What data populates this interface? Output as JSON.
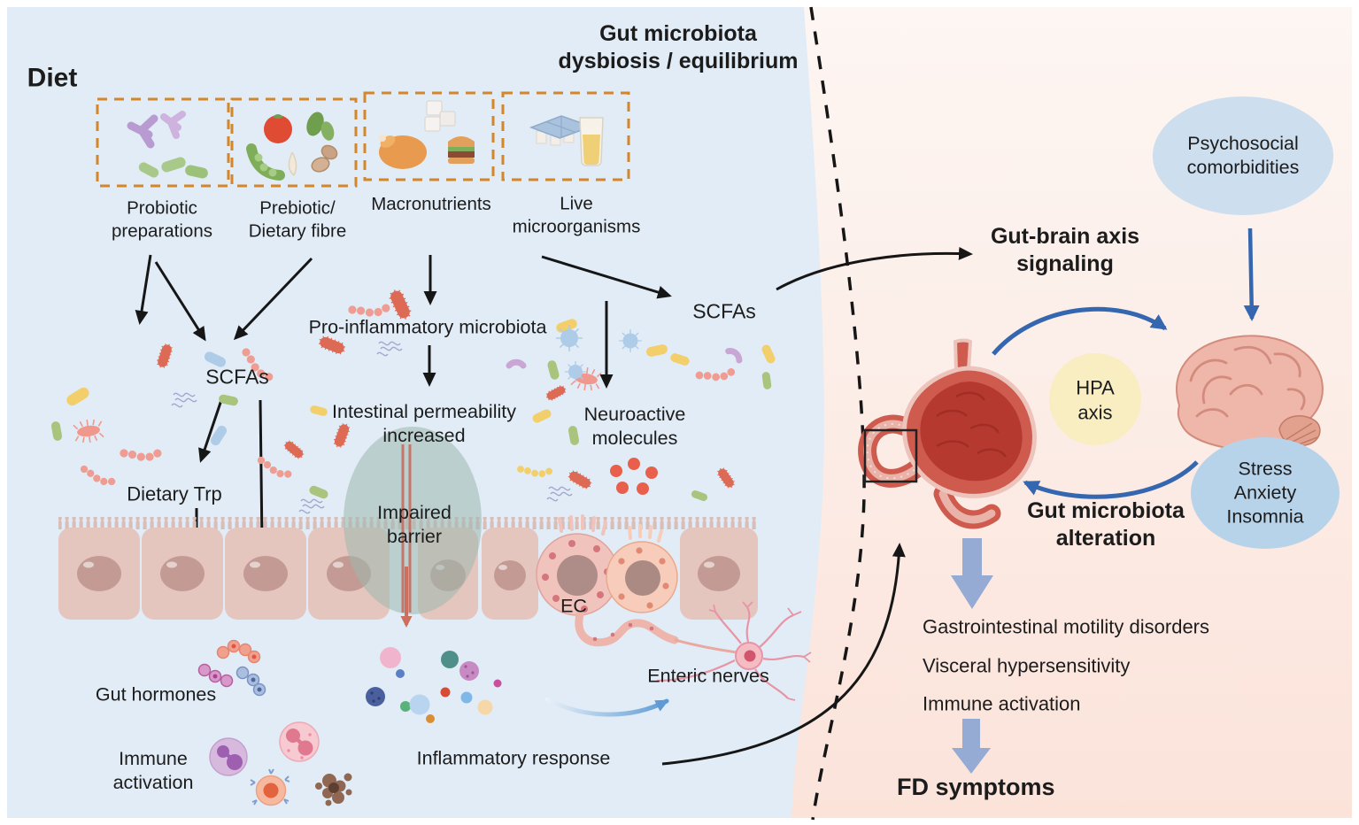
{
  "figure": {
    "left_panel_title": "Diet",
    "left_panel_heading": "Gut microbiota\ndysbiosis / equilibrium"
  },
  "diet_boxes": [
    {
      "label": "Probiotic\npreparations",
      "icon": "probiotic-bacteria-icon"
    },
    {
      "label": "Prebiotic/\nDietary fibre",
      "icon": "vegetables-icon"
    },
    {
      "label": "Macronutrients",
      "icon": "macronutrients-food-icon"
    },
    {
      "label": "Live\nmicroorganisms",
      "icon": "fermented-food-icon"
    }
  ],
  "left_labels": {
    "scfas_left": "SCFAs",
    "pro_inflammatory": "Pro-inflammatory microbiota",
    "intestinal_permeability": "Intestinal permeability\nincreased",
    "scfas_right": "SCFAs",
    "neuroactive": "Neuroactive\nmolecules",
    "dietary_trp": "Dietary Trp",
    "impaired_barrier": "Impaired\nbarrier",
    "ec": "EC",
    "enteric_nerves": "Enteric nerves",
    "gut_hormones": "Gut hormones",
    "immune_activation": "Immune\nactivation",
    "inflammatory_response": "Inflammatory response"
  },
  "right_labels": {
    "psychosocial": "Psychosocial\ncomorbidities",
    "gut_brain_axis": "Gut-brain axis\nsignaling",
    "hpa_axis": "HPA\naxis",
    "stress_bubble": "Stress\nAnxiety\nInsomnia",
    "gut_microbiota_alteration": "Gut microbiota\nalteration",
    "outcomes": [
      "Gastrointestinal motility disorders",
      "Visceral hypersensitivity",
      "Immune activation"
    ],
    "fd_symptoms": "FD symptoms"
  },
  "colors": {
    "left_panel_bg": "#e2ecf6",
    "right_panel_top": "#fdf5f2",
    "right_panel_bottom": "#fbe3da",
    "dashed_box_orange": "#d3862a",
    "arrow_black": "#161616",
    "arrow_blue": "#3566b0",
    "block_arrow_blue": "#96abd4",
    "bubble_blue": "#b7d3ea",
    "hpa_yellow": "#f9edc2",
    "stomach_red": "#cf5a4e",
    "brain_pink": "#efb7a9"
  }
}
